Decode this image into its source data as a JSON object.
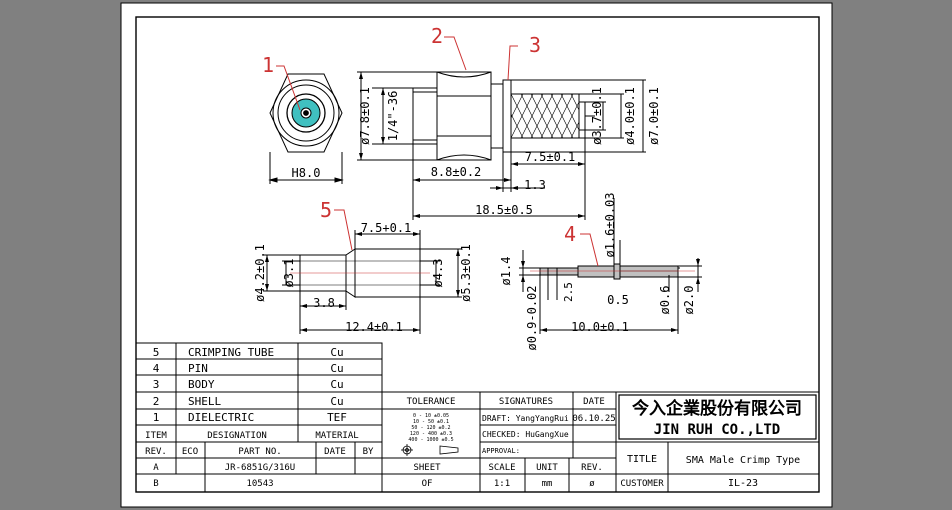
{
  "views": {
    "front": {
      "dim_width": "H8.0"
    },
    "side": {
      "dims": {
        "d78": "ø7.8±0.1",
        "thread": "1/4\"-36",
        "d37": "ø3.7±0.1",
        "d40": "ø4.0±0.1",
        "d70": "ø7.0±0.1",
        "len88": "8.8±0.2",
        "len75": "7.5±0.1",
        "len13": "1.3",
        "len185": "18.5±0.5"
      }
    },
    "tube": {
      "dims": {
        "len75": "7.5+0.1",
        "d42": "ø4.2±0.1",
        "d31": "ø3.1",
        "d43": "ø4.3",
        "d53": "ø5.3±0.1",
        "len38": "3.8",
        "len124": "12.4±0.1"
      }
    },
    "pin": {
      "dims": {
        "d16": "ø1.6±0.03",
        "d14": "ø1.4",
        "len25": "2.5",
        "len05": "0.5",
        "d06": "ø0.6",
        "d20": "ø2.0",
        "d09": "ø0.9-0.02",
        "len100": "10.0±0.1"
      }
    }
  },
  "callouts": [
    "1",
    "2",
    "3",
    "4",
    "5"
  ],
  "parts_list": {
    "rows": [
      {
        "item": "5",
        "designation": "CRIMPING TUBE",
        "material": "Cu"
      },
      {
        "item": "4",
        "designation": "PIN",
        "material": "Cu"
      },
      {
        "item": "3",
        "designation": "BODY",
        "material": "Cu"
      },
      {
        "item": "2",
        "designation": "SHELL",
        "material": "Cu"
      },
      {
        "item": "1",
        "designation": "DIELECTRIC",
        "material": "TEF"
      }
    ],
    "headers": {
      "item": "ITEM",
      "designation": "DESIGNATION",
      "material": "MATERIAL"
    }
  },
  "revisions": {
    "headers": {
      "rev": "REV.",
      "eco": "ECO",
      "part_no": "PART NO.",
      "date": "DATE",
      "by": "BY"
    },
    "rows": [
      {
        "rev": "A",
        "part_no": "JR-6851G/316U"
      },
      {
        "rev": "B",
        "part_no": "10543"
      }
    ]
  },
  "tolerance": {
    "title": "TOLERANCE",
    "lines": [
      "0 - 10   ±0.05",
      "10 - 50   ±0.1",
      "50 - 120   ±0.2",
      "120 - 400  ±0.3",
      "400 - 1000 ±0.5"
    ]
  },
  "signatures": {
    "title": "SIGNATURES",
    "date_label": "DATE",
    "draft": "DRAFT: YangYangRui",
    "checked": "CHECKED: HuGangXue",
    "approval": "APPROVAL:",
    "date": "06.10.25"
  },
  "sheet_info": {
    "sheet_label": "SHEET",
    "sheet_value": "OF",
    "scale_label": "SCALE",
    "scale_value": "1:1",
    "unit_label": "UNIT",
    "unit_value": "mm",
    "rev_label": "REV.",
    "rev_value": "ø"
  },
  "company": {
    "chinese": "今入企業股份有限公司",
    "english": "JIN RUH CO.,LTD"
  },
  "title_block": {
    "title_label": "TITLE",
    "title_value": "SMA Male Crimp Type",
    "customer_label": "CUSTOMER",
    "customer_value": "IL-23"
  },
  "colors": {
    "background": "#808080",
    "paper": "#ffffff",
    "callout": "#cc3333",
    "dielectric": "#40c0c0",
    "pin_fill": "#c0c0c0"
  }
}
